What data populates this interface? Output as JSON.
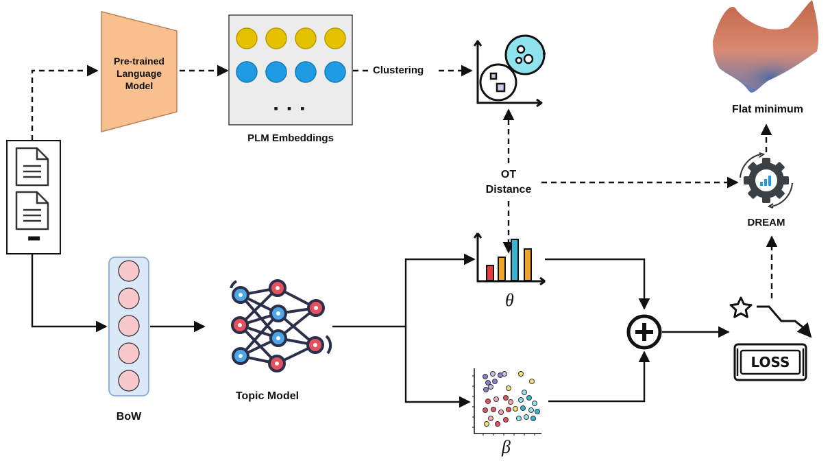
{
  "labels": {
    "plm": [
      "Pre-trained",
      "Language",
      "Model"
    ],
    "plm_embeddings": "PLM Embeddings",
    "clustering": "Clustering",
    "ot_distance": [
      "OT",
      "Distance"
    ],
    "flat_minimum": "Flat minimum",
    "dream": "DREAM",
    "bow": "BoW",
    "topic_model": "Topic Model",
    "loss": "LOSS",
    "theta": "θ",
    "beta": "β",
    "doc_ellipsis": "▪▪▪",
    "emb_ellipsis": "▪ ▪ ▪"
  },
  "colors": {
    "plm_fill": "#f9c08f",
    "embed_yellow": "#e5c200",
    "embed_blue": "#1e9be3",
    "bow_fill": "#dbe8f8",
    "bow_node": "#f7c8cc",
    "node_blue": "#4da6e8",
    "node_red": "#e5515d",
    "bar_red": "#e53c3c",
    "bar_orange": "#f0a430",
    "bar_teal": "#39b4d6",
    "cluster_fill": "#8fe3ef"
  },
  "icons": [
    "document-icon",
    "cluster-icon",
    "bar-chart-icon",
    "scatter-plot-icon",
    "gear-chart-icon",
    "star-icon",
    "loss-icon",
    "plus-circle-icon",
    "neural-network-icon",
    "loss-landscape-icon"
  ]
}
